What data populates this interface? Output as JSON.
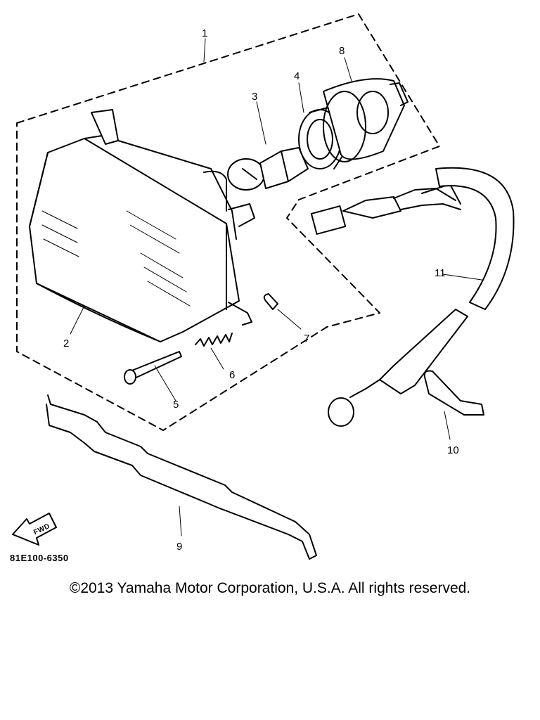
{
  "diagram": {
    "drawing_code": "81E100-6350",
    "fwd_text": "FWD",
    "parts": {
      "p1": "1",
      "p2": "2",
      "p3": "3",
      "p4": "4",
      "p5": "5",
      "p6": "6",
      "p7": "7",
      "p8": "8",
      "p9": "9",
      "p10": "10",
      "p11": "11"
    }
  },
  "footer": {
    "copyright": "©2013 Yamaha Motor Corporation, U.S.A. All rights reserved."
  }
}
